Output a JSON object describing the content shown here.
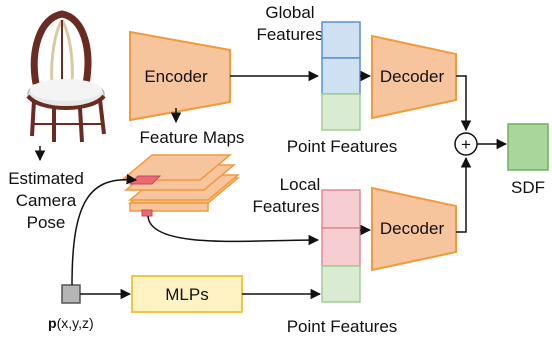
{
  "labels": {
    "encoder": "Encoder",
    "decoder_top": "Decoder",
    "decoder_bottom": "Decoder",
    "global_features_line1": "Global",
    "global_features_line2": "Features",
    "local_features_line1": "Local",
    "local_features_line2": "Features",
    "point_features_top": "Point Features",
    "point_features_bottom": "Point Features",
    "feature_maps": "Feature Maps",
    "camera_pose_line1": "Estimated",
    "camera_pose_line2": "Camera",
    "camera_pose_line3": "Pose",
    "mlps": "MLPs",
    "sdf": "SDF",
    "point_bold": "p",
    "point_coords": "(x,y,z)",
    "sum_symbol": "+"
  },
  "colors": {
    "encoder_fill": "#f7c59d",
    "encoder_stroke": "#f29a3a",
    "global_feature_fill": "#cfe0f3",
    "global_feature_stroke": "#5b8fd6",
    "local_feature_fill": "#f6cdd0",
    "local_feature_stroke": "#e08a92",
    "point_feature_fill": "#d9ecd3",
    "point_feature_stroke": "#9fcf91",
    "mlp_fill": "#fff3c4",
    "mlp_stroke": "#f4c542",
    "sdf_fill": "#a9d69a",
    "sdf_stroke": "#6bb25a",
    "point_box_fill": "#b5b5b5"
  }
}
